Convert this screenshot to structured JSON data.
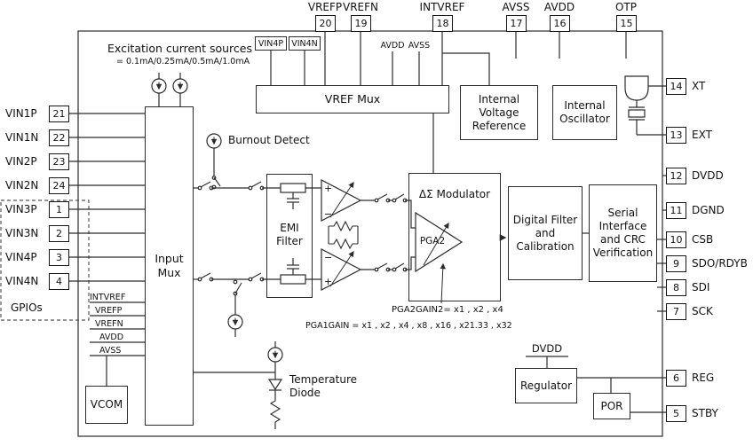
{
  "pins": {
    "top": [
      {
        "label": "VREFP",
        "num": "20"
      },
      {
        "label": "VREFN",
        "num": "19"
      },
      {
        "label": "INTVREF",
        "num": "18"
      },
      {
        "label": "AVSS",
        "num": "17"
      },
      {
        "label": "AVDD",
        "num": "16"
      },
      {
        "label": "OTP",
        "num": "15"
      }
    ],
    "left": [
      {
        "label": "VIN1P",
        "num": "21"
      },
      {
        "label": "VIN1N",
        "num": "22"
      },
      {
        "label": "VIN2P",
        "num": "23"
      },
      {
        "label": "VIN2N",
        "num": "24"
      },
      {
        "label": "VIN3P",
        "num": "1"
      },
      {
        "label": "VIN3N",
        "num": "2"
      },
      {
        "label": "VIN4P",
        "num": "3"
      },
      {
        "label": "VIN4N",
        "num": "4"
      }
    ],
    "right": [
      {
        "num": "14",
        "label": "XT"
      },
      {
        "num": "13",
        "label": "EXT"
      },
      {
        "num": "12",
        "label": "DVDD"
      },
      {
        "num": "11",
        "label": "DGND"
      },
      {
        "num": "10",
        "label": "CSB"
      },
      {
        "num": "9",
        "label": "SDO/RDYB"
      },
      {
        "num": "8",
        "label": "SDI"
      },
      {
        "num": "7",
        "label": "SCK"
      },
      {
        "num": "6",
        "label": "REG"
      },
      {
        "num": "5",
        "label": "STBY"
      }
    ],
    "gpio_group_label": "GPIOs"
  },
  "blocks": {
    "excitation_title": "Excitation current sources",
    "excitation_values": "= 0.1mA/0.25mA/0.5mA/1.0mA",
    "input_mux": "Input Mux",
    "burnout": "Burnout Detect",
    "vref_mux": "VREF Mux",
    "vref_inputs": {
      "vin4p": "VIN4P",
      "vin4n": "VIN4N",
      "avdd": "AVDD",
      "avss": "AVSS"
    },
    "int_vref": "Internal Voltage Reference",
    "int_osc": "Internal Oscillator",
    "emi": "EMI Filter",
    "modulator": "ΔΣ Modulator",
    "pga2": "PGA2",
    "digital_filter": "Digital Filter and Calibration",
    "serial": "Serial Interface and CRC Verification",
    "regulator": "Regulator",
    "por": "POR",
    "vcom": "VCOM",
    "temp_diode": "Temperature Diode",
    "dvdd_rail": "DVDD"
  },
  "annotations": {
    "pga2_gain": "PGA2GAIN2= x1 , x2 , x4",
    "pga1_gain": "PGA1GAIN = x1 , x2 , x4 , x8 , x16 , x21.33 , x32"
  },
  "mux_inputs": {
    "intvref": "INTVREF",
    "vrefp": "VREFP",
    "vrefn": "VREFN",
    "avdd": "AVDD",
    "avss": "AVSS"
  },
  "symbols": {
    "plus": "+",
    "minus": "−"
  }
}
